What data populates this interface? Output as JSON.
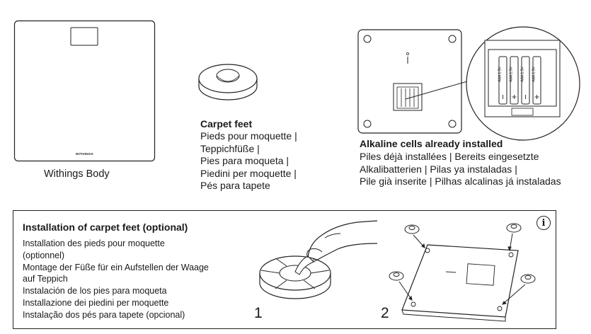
{
  "scale": {
    "brand": "WITHINGS",
    "name": "Withings Body"
  },
  "carpet_feet": {
    "title": "Carpet feet",
    "lines": [
      "Pieds pour moquette |",
      "Teppichfüße |",
      "Pies para moqueta |",
      "Piedini per moquette |",
      "Pés para tapete"
    ]
  },
  "batteries": {
    "title": "Alkaline cells already installed",
    "lines": [
      "Piles déjà installées | Bereits eingesetzte",
      "Alkalibatterien | Pilas ya instaladas |",
      "Pile già inserite | Pilhas alcalinas já instaladas"
    ],
    "cell_label": "AAA 1.5V"
  },
  "installation": {
    "title": "Installation of carpet feet (optional)",
    "lines": [
      "Installation des pieds pour moquette",
      "(optionnel)",
      "Montage der Füße für ein Aufstellen der Waage",
      "auf Teppich",
      "Instalación de los pies para moqueta",
      "Installazione dei piedini per moquette",
      "Instalação dos pés para tapete (opcional)"
    ],
    "info_symbol": "i",
    "step1": "1",
    "step2": "2"
  }
}
